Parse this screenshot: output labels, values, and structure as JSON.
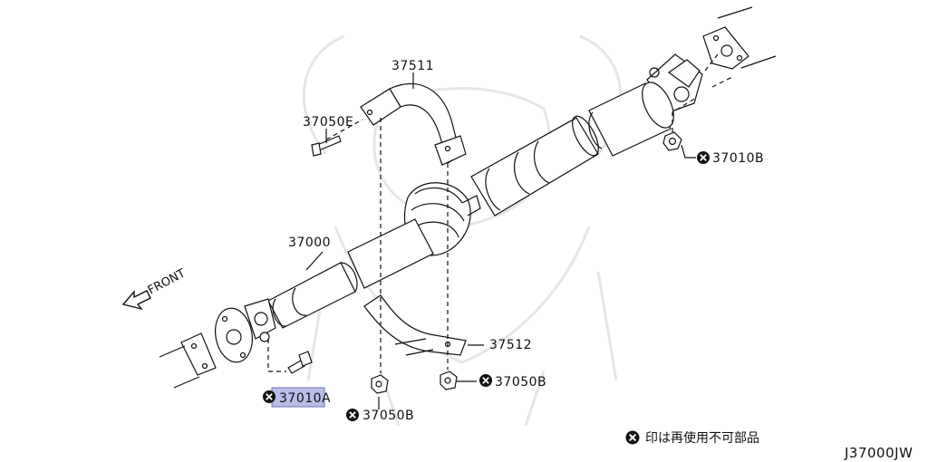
{
  "diagram": {
    "parts": {
      "p37511": "37511",
      "p37050E": "37050E",
      "p37000": "37000",
      "p37512": "37512",
      "p37010B": "37010B",
      "p37050B_right": "37050B",
      "p37050B_bottom": "37050B",
      "p37010A": "37010A"
    },
    "front_label": "FRONT",
    "legend_text": "印は再使用不可部品",
    "diagram_code": "J37000JW",
    "highlight_color": "#b9bde8",
    "nonreusable_mark": "x-circle-icon"
  }
}
